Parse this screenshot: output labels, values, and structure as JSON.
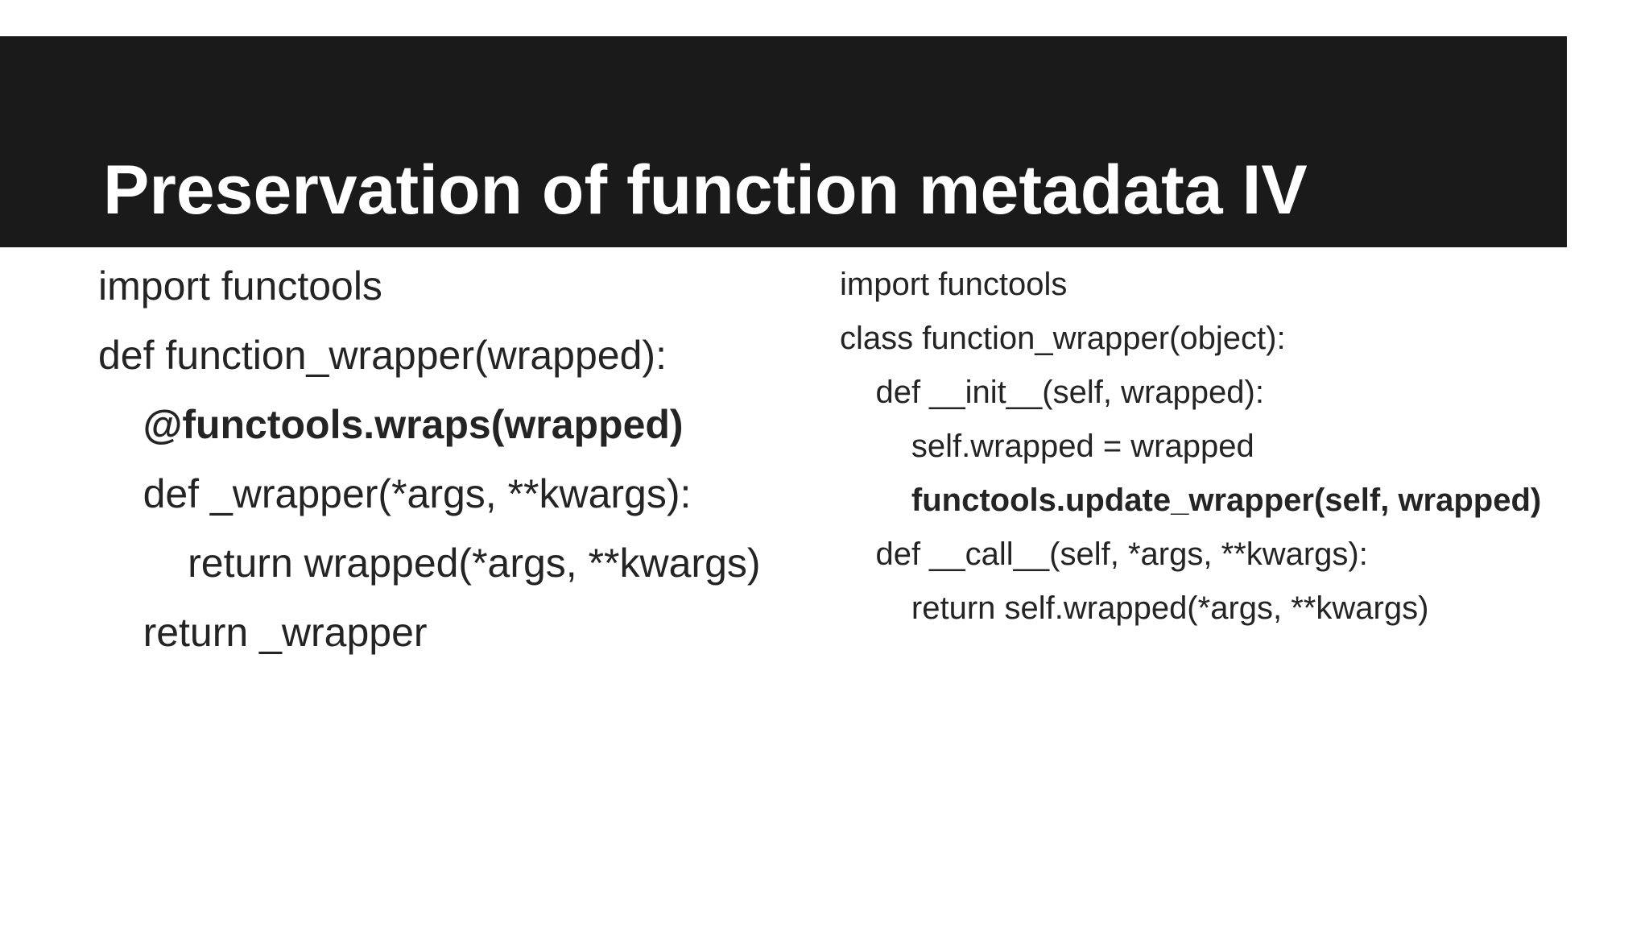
{
  "slide": {
    "title": "Preservation of function metadata IV",
    "colors": {
      "page-bg": "#ffffff",
      "title-bar-bg": "#1a1a1a",
      "title-text": "#ffffff",
      "code-text": "#242424"
    },
    "left_code": {
      "lines": [
        {
          "text": "import functools",
          "bold": false
        },
        {
          "text": "def function_wrapper(wrapped):",
          "bold": false
        },
        {
          "text": "    @functools.wraps(wrapped)",
          "bold": true
        },
        {
          "text": "    def _wrapper(*args, **kwargs):",
          "bold": false
        },
        {
          "text": "        return wrapped(*args, **kwargs)",
          "bold": false
        },
        {
          "text": "    return _wrapper",
          "bold": false
        }
      ]
    },
    "right_code": {
      "lines": [
        {
          "text": "import functools",
          "bold": false
        },
        {
          "text": "class function_wrapper(object):",
          "bold": false
        },
        {
          "text": "    def __init__(self, wrapped):",
          "bold": false
        },
        {
          "text": "        self.wrapped = wrapped",
          "bold": false
        },
        {
          "text": "        functools.update_wrapper(self, wrapped)",
          "bold": true
        },
        {
          "text": "    def __call__(self, *args, **kwargs):",
          "bold": false
        },
        {
          "text": "        return self.wrapped(*args, **kwargs)",
          "bold": false
        }
      ]
    }
  }
}
